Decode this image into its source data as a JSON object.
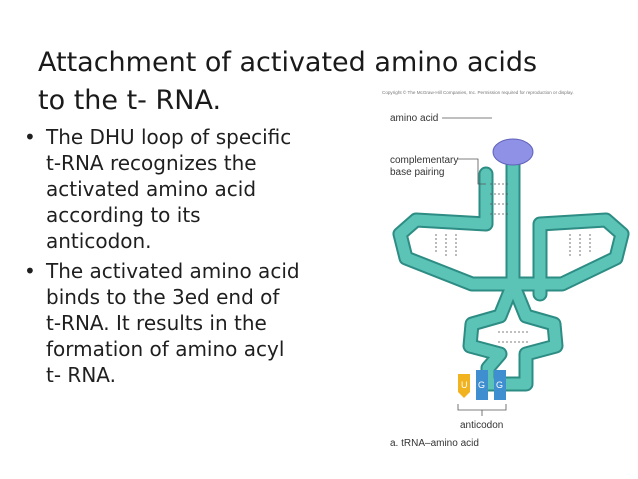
{
  "slide": {
    "title_lines": [
      "Attachment of activated amino acids",
      "to the t- RNA."
    ],
    "bullets": [
      {
        "lines": [
          "The DHU loop of specific",
          "t-RNA recognizes the",
          "activated amino acid",
          "according to its",
          "anticodon."
        ]
      },
      {
        "lines": [
          "The activated amino acid",
          "binds to the 3ed end of",
          "t-RNA. It results in the",
          "formation of amino acyl",
          "t- RNA."
        ]
      }
    ],
    "bullet_glyph": "•"
  },
  "figure": {
    "copyright": "Copyright © The McGraw-Hill Companies, Inc. Permission required for reproduction or display.",
    "label_amino_acid": "amino acid",
    "label_complementary_1": "complementary",
    "label_complementary_2": "base pairing",
    "label_anticodon": "anticodon",
    "caption": "a. tRNA–amino acid",
    "bases": [
      "U",
      "G",
      "G"
    ],
    "colors": {
      "trna_fill": "#5cc4b6",
      "trna_stroke": "#2d8c84",
      "amino_acid": "#8e91e6",
      "base_u": "#f2b320",
      "base_g": "#3f8fd0"
    }
  }
}
